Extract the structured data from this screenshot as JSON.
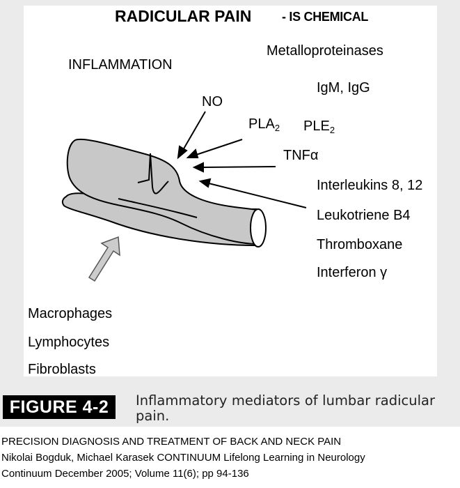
{
  "diagram": {
    "title": "RADICULAR PAIN",
    "title_suffix": "- IS CHEMICAL",
    "section_label": "INFLAMMATION",
    "mediators": {
      "metalloproteinases": "Metalloproteinases",
      "igm_igg": "IgM, IgG",
      "no": "NO",
      "pla2_base": "PLA",
      "pla2_sub": "2",
      "ple2_base": "PLE",
      "ple2_sub": "2",
      "tnf_alpha": "TNFα",
      "interleukins": "Interleukins 8, 12",
      "leukotriene": "Leukotriene B4",
      "thromboxane": "Thromboxane",
      "interferon": "Interferon γ"
    },
    "cells": [
      "Macrophages",
      "Lymphocytes",
      "Fibroblasts"
    ]
  },
  "caption": {
    "figure_label": "FIGURE 4-2",
    "text": "Inflammatory mediators of lumbar radicular pain."
  },
  "source": {
    "line1": "PRECISION DIAGNOSIS AND TREATMENT OF BACK AND NECK PAIN",
    "line2": "Nikolai Bogduk, Michael Karasek CONTINUUM Lifelong Learning in Neurology",
    "line3": "Continuum December 2005; Volume 11(6); pp 94-136"
  },
  "colors": {
    "nerve_fill": "#c8c8c8",
    "arrow_fill": "#cccccc",
    "background": "#ebebeb"
  }
}
